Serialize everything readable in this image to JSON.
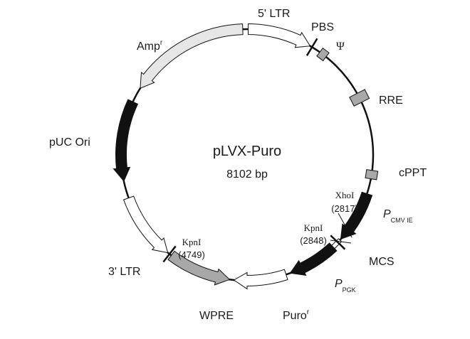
{
  "plasmid": {
    "name": "pLVX-Puro",
    "size_label": "8102 bp"
  },
  "features": {
    "ltr5": "5' LTR",
    "pbs": "PBS",
    "psi": "Ψ",
    "rre": "RRE",
    "cppt": "cPPT",
    "pcmv_p": "P",
    "pcmv_sub": "CMV IE",
    "mcs": "MCS",
    "ppgk_p": "P",
    "ppgk_sub": "PGK",
    "puro": "Puro",
    "puro_sup": "r",
    "wpre": "WPRE",
    "ltr3": "3' LTR",
    "puc": "pUC Ori",
    "amp": "Amp",
    "amp_sup": "r"
  },
  "sites": {
    "xhoi": "XhoI",
    "xhoi_pos": "(2817)",
    "kpni1": "KpnI",
    "kpni1_pos": "(2848)",
    "kpni2": "KpnI",
    "kpni2_pos": "(4749)"
  },
  "colors": {
    "black": "#111111",
    "gray": "#a8a8a8",
    "light_gray": "#e6e6e6",
    "white": "#ffffff"
  }
}
